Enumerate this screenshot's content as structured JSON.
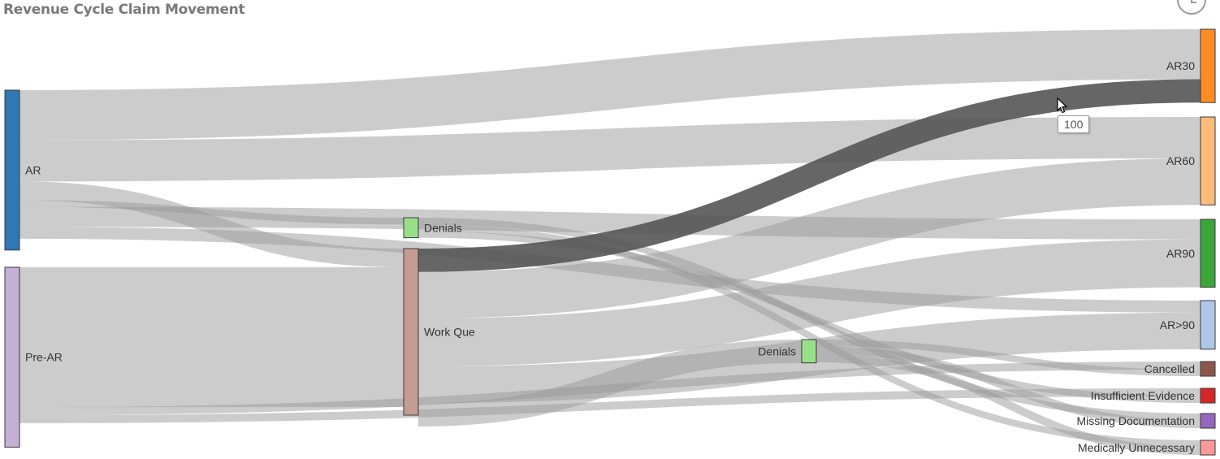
{
  "page": {
    "title": "Revenue Cycle Claim Movement",
    "tooltip_value": "100"
  },
  "chart_data": {
    "type": "sankey",
    "title": "Revenue Cycle Claim Movement",
    "nodes": [
      {
        "id": "ar",
        "label": "AR",
        "column": 0,
        "value": 240,
        "color": "#2e78b6"
      },
      {
        "id": "prear",
        "label": "Pre-AR",
        "column": 0,
        "value": 270,
        "color": "#c5b0d5"
      },
      {
        "id": "denials1",
        "label": "Denials",
        "column": 1,
        "value": 30,
        "color": "#98df8a"
      },
      {
        "id": "workque",
        "label": "Work Que",
        "column": 1,
        "value": 250,
        "color": "#c49c94"
      },
      {
        "id": "denials2",
        "label": "Denials",
        "column": 2,
        "value": 35,
        "color": "#98df8a"
      },
      {
        "id": "ar30",
        "label": "AR30",
        "column": 3,
        "value": 110,
        "color": "#ff8c24"
      },
      {
        "id": "ar60",
        "label": "AR60",
        "column": 3,
        "value": 132,
        "color": "#ffbb78"
      },
      {
        "id": "ar90",
        "label": "AR90",
        "column": 3,
        "value": 102,
        "color": "#3aa63a"
      },
      {
        "id": "argt90",
        "label": "AR>90",
        "column": 3,
        "value": 73,
        "color": "#aec7e8"
      },
      {
        "id": "cancelled",
        "label": "Cancelled",
        "column": 3,
        "value": 22,
        "color": "#8c564b"
      },
      {
        "id": "insuff",
        "label": "Insufficient Evidence",
        "column": 3,
        "value": 22,
        "color": "#d62728"
      },
      {
        "id": "missing",
        "label": "Missing Documentation",
        "column": 3,
        "value": 22,
        "color": "#9467bd"
      },
      {
        "id": "medun",
        "label": "Medically Unnecessary",
        "column": 3,
        "value": 22,
        "color": "#ff9896"
      }
    ],
    "links": [
      {
        "source": "ar",
        "target": "ar30",
        "value": 75
      },
      {
        "source": "ar",
        "target": "ar60",
        "value": 62
      },
      {
        "source": "ar",
        "target": "workque",
        "value": 28
      },
      {
        "source": "ar",
        "target": "denials1",
        "value": 10
      },
      {
        "source": "ar",
        "target": "ar90",
        "value": 30
      },
      {
        "source": "ar",
        "target": "argt90",
        "value": 18
      },
      {
        "source": "prear",
        "target": "workque",
        "value": 210
      },
      {
        "source": "prear",
        "target": "cancelled",
        "value": 12
      },
      {
        "source": "prear",
        "target": "insuff",
        "value": 12
      },
      {
        "source": "workque",
        "target": "ar30",
        "value": 35,
        "highlighted": true
      },
      {
        "source": "workque",
        "target": "ar60",
        "value": 70
      },
      {
        "source": "workque",
        "target": "ar90",
        "value": 72
      },
      {
        "source": "workque",
        "target": "argt90",
        "value": 55
      },
      {
        "source": "workque",
        "target": "denials2",
        "value": 35
      },
      {
        "source": "denials1",
        "target": "missing",
        "value": 10
      },
      {
        "source": "denials1",
        "target": "medun",
        "value": 10
      },
      {
        "source": "denials1",
        "target": "insuff",
        "value": 10
      },
      {
        "source": "denials2",
        "target": "cancelled",
        "value": 10
      },
      {
        "source": "denials2",
        "target": "missing",
        "value": 12
      },
      {
        "source": "denials2",
        "target": "medun",
        "value": 12
      }
    ]
  }
}
